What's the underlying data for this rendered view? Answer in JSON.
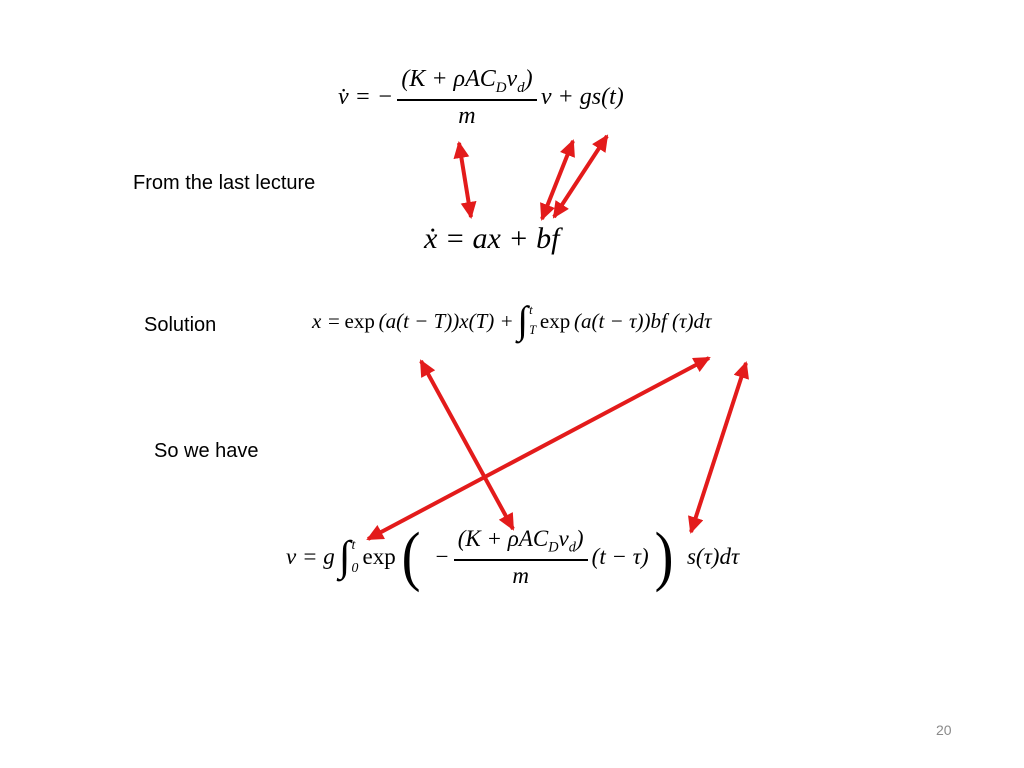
{
  "page": {
    "number": "20"
  },
  "labels": {
    "from_last_lecture": "From the last lecture",
    "solution": "Solution",
    "so_we_have": "So we have"
  },
  "equations": {
    "eq1": {
      "lhs": "v̇ = −",
      "num_pre": "(K + ρAC",
      "num_subD": "D",
      "num_v": "v",
      "num_subd": "d",
      "num_close": ")",
      "den": "m",
      "tail": "v + gs(t)"
    },
    "eq2": {
      "text": "ẋ = ax + bf"
    },
    "eq3": {
      "t1": "x =",
      "exp1": "exp",
      "t2": "(a(t − T))x(T) +",
      "int": "∫",
      "int_sup": "t",
      "int_sub": "T",
      "exp2": "exp",
      "t3": "(a(t − τ))bf (τ)dτ"
    },
    "eq4": {
      "t1": "v = g",
      "int": "∫",
      "int_sup": "t",
      "int_sub": "0",
      "exp": "exp",
      "open": "(",
      "minus": "−",
      "num_pre": "(K + ρAC",
      "num_subD": "D",
      "num_v": "v",
      "num_subd": "d",
      "num_close": ")",
      "den": "m",
      "mid": "(t − τ)",
      "close": ")",
      "post": "s(τ)dτ"
    }
  },
  "colors": {
    "arrow_red": "#e31b1b"
  }
}
